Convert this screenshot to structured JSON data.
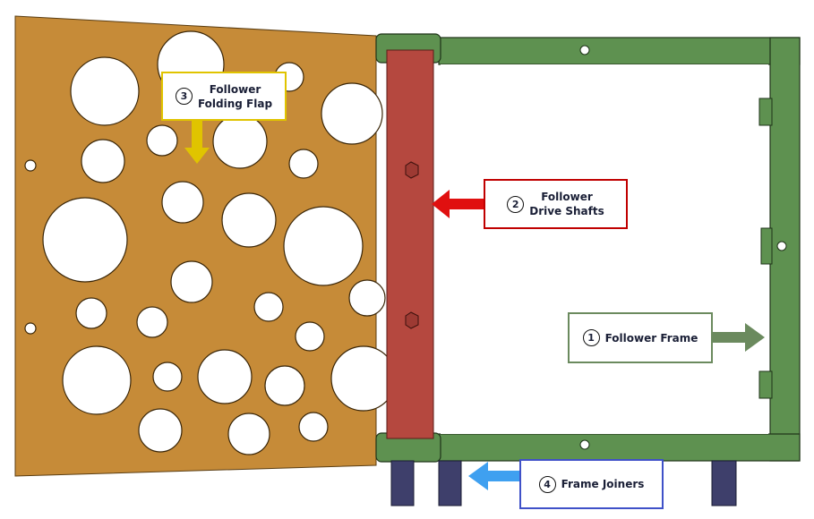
{
  "callouts": [
    {
      "number": "1",
      "lines": [
        "Follower Frame"
      ],
      "color": "#6b8a5e"
    },
    {
      "number": "2",
      "lines": [
        "Follower",
        "Drive Shafts"
      ],
      "color": "#c00000"
    },
    {
      "number": "3",
      "lines": [
        "Follower",
        "Folding Flap"
      ],
      "color": "#e0c400"
    },
    {
      "number": "4",
      "lines": [
        "Frame Joiners"
      ],
      "color": "#3f51c8"
    }
  ],
  "colors": {
    "flap": "#c68b38",
    "shaft": "#b5483f",
    "frame": "#5e9150",
    "joiner": "#3e3f6b",
    "arrow_frame": "#6b8a5e",
    "arrow_shaft": "#e01010",
    "arrow_flap": "#e0c400",
    "arrow_joiner": "#3fa0f0"
  }
}
